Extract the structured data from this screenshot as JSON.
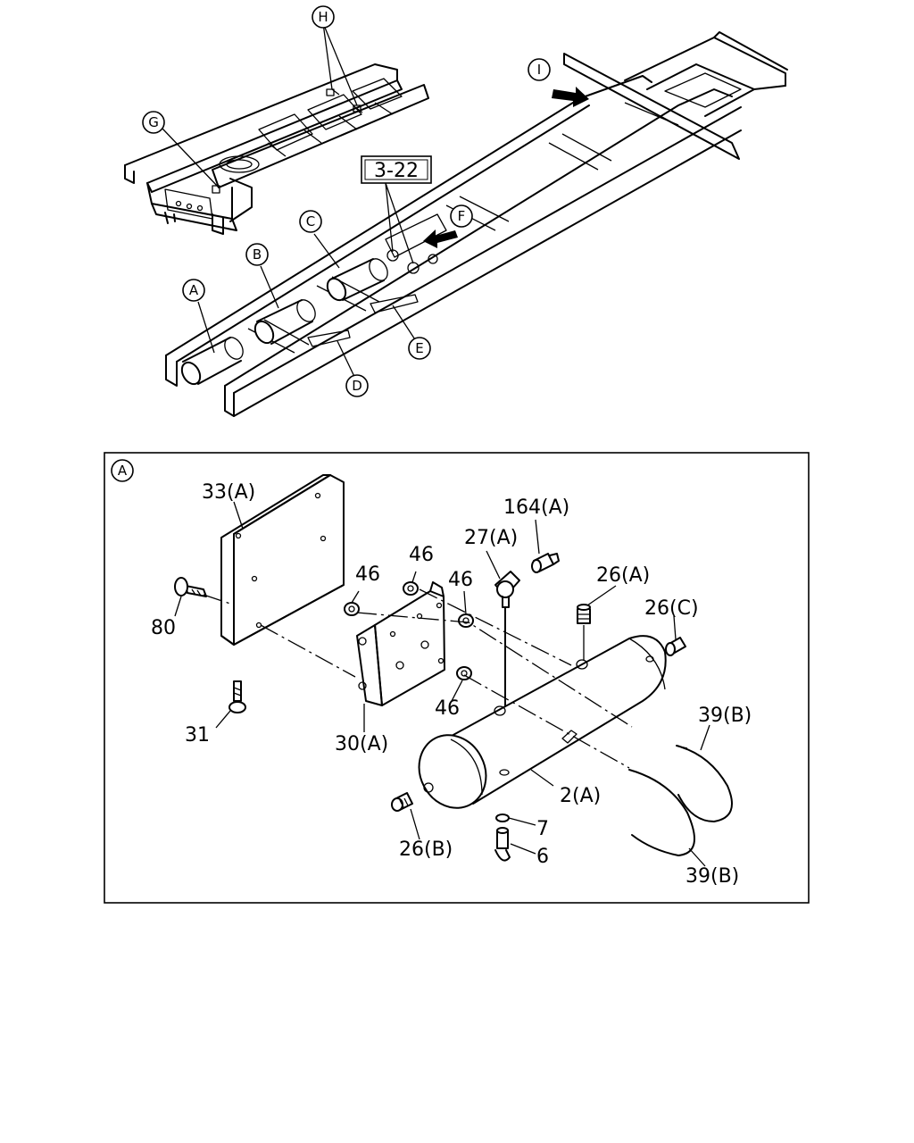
{
  "overview": {
    "callouts": {
      "a": "A",
      "b": "B",
      "c": "C",
      "d": "D",
      "e": "E",
      "f": "F",
      "g": "G",
      "h": "H",
      "i": "I"
    },
    "ref_box": "3-22"
  },
  "detail": {
    "view_label": "A",
    "parts": {
      "p33a": "33(A)",
      "p80": "80",
      "p31": "31",
      "p46_1": "46",
      "p46_2": "46",
      "p46_3": "46",
      "p46_4": "46",
      "p30a": "30(A)",
      "p27a": "27(A)",
      "p164a": "164(A)",
      "p26a": "26(A)",
      "p26c": "26(C)",
      "p39b_1": "39(B)",
      "p39b_2": "39(B)",
      "p2a": "2(A)",
      "p7": "7",
      "p6": "6",
      "p26b": "26(B)"
    }
  }
}
